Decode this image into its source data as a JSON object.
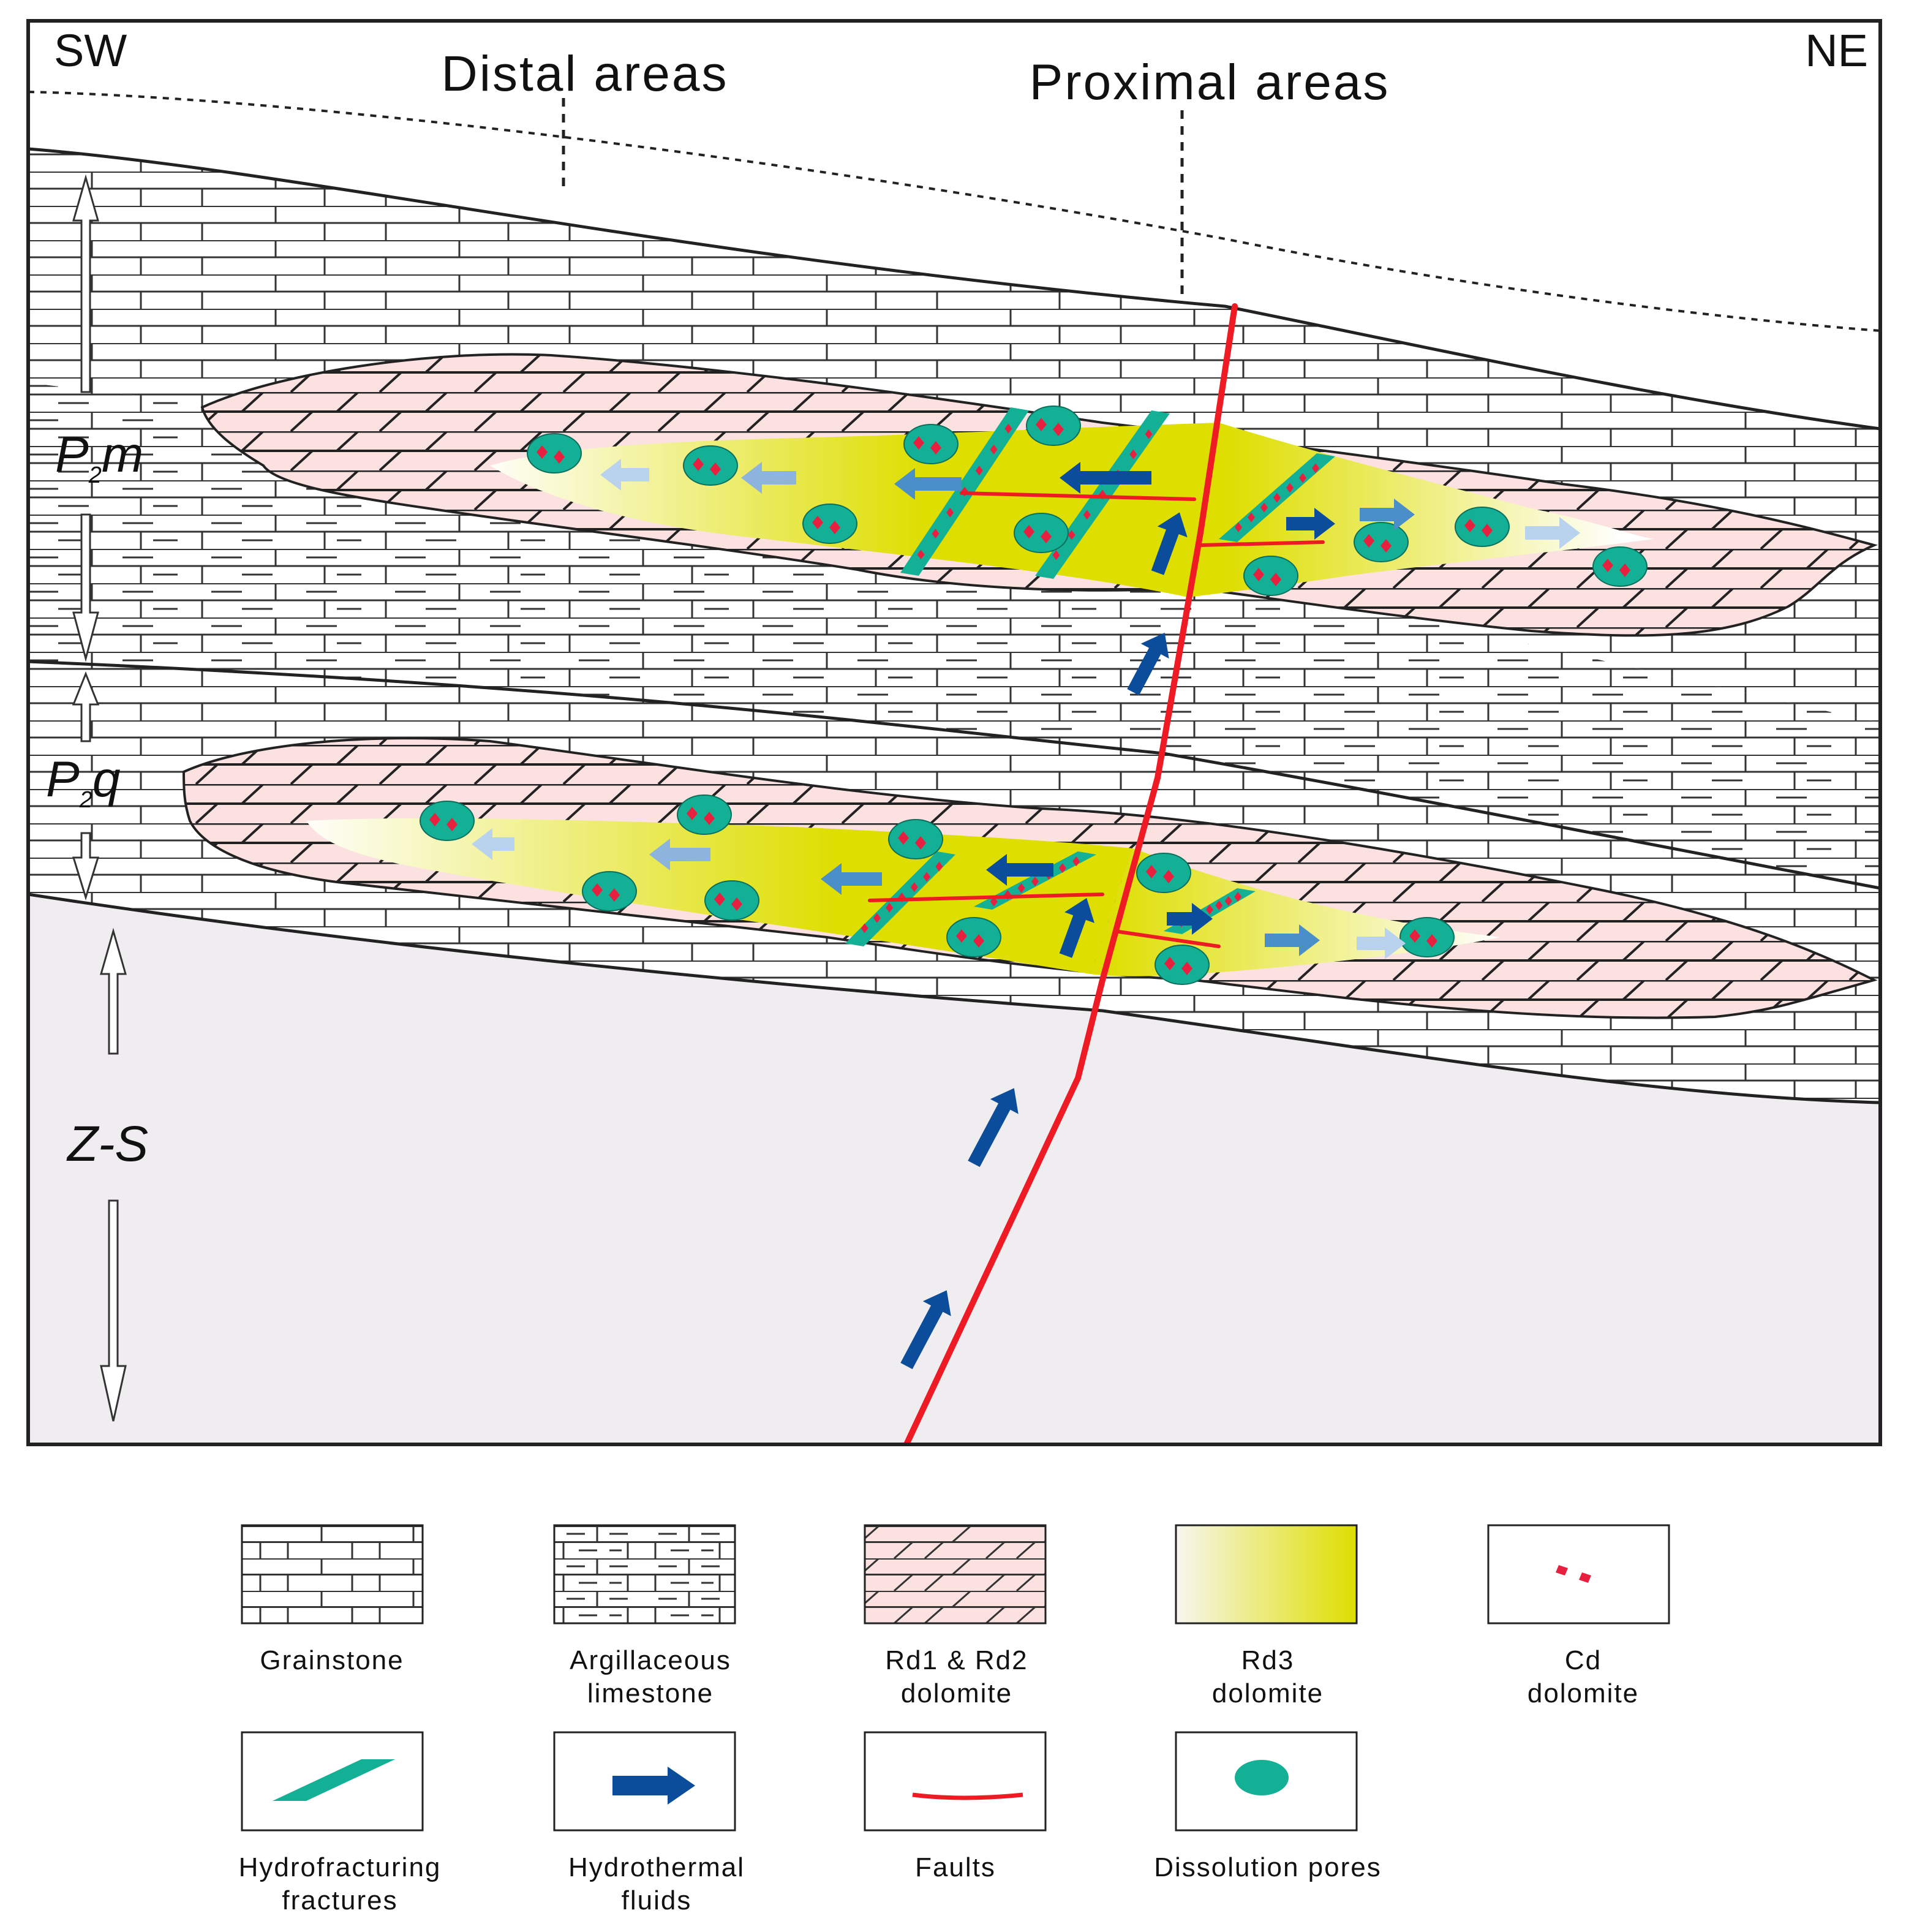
{
  "orientation": {
    "left": "SW",
    "right": "NE"
  },
  "areas": {
    "distal": "Distal areas",
    "proximal": "Proximal areas"
  },
  "strata": [
    {
      "main": "P",
      "sub": "2",
      "tail": "m"
    },
    {
      "main": "P",
      "sub": "2",
      "tail": "q"
    },
    {
      "main": "Z-S",
      "sub": "",
      "tail": ""
    }
  ],
  "colors": {
    "grainstone": "#ffffff",
    "rd12": "#fbe1df",
    "rd3": "#dede00",
    "fracture": "#13b096",
    "fluid": "#0b4d9a",
    "fault": "#ee1b24",
    "pore": "#13b096",
    "cd": "#e8203f",
    "basement": "#efedf0"
  },
  "legend": [
    {
      "id": "grainstone",
      "icon": "brick-pattern-icon",
      "lines": [
        "Grainstone"
      ]
    },
    {
      "id": "argillaceous",
      "icon": "brick-dash-pattern-icon",
      "lines": [
        "Argillaceous",
        "limestone"
      ]
    },
    {
      "id": "rd12",
      "icon": "pink-dolomite-pattern-icon",
      "lines": [
        "Rd1 & Rd2",
        "dolomite"
      ]
    },
    {
      "id": "rd3",
      "icon": "yellow-gradient-icon",
      "lines": [
        "Rd3",
        "dolomite"
      ]
    },
    {
      "id": "cd",
      "icon": "red-rhomb-icon",
      "lines": [
        "Cd",
        "dolomite"
      ]
    },
    {
      "id": "fractures",
      "icon": "green-fracture-icon",
      "lines": [
        "Hydrofracturing",
        "fractures"
      ]
    },
    {
      "id": "fluids",
      "icon": "blue-arrow-icon",
      "lines": [
        "Hydrothermal",
        "fluids"
      ]
    },
    {
      "id": "faults",
      "icon": "red-fault-line-icon",
      "lines": [
        "Faults"
      ]
    },
    {
      "id": "pores",
      "icon": "green-ellipse-icon",
      "lines": [
        "Dissolution pores"
      ]
    }
  ]
}
